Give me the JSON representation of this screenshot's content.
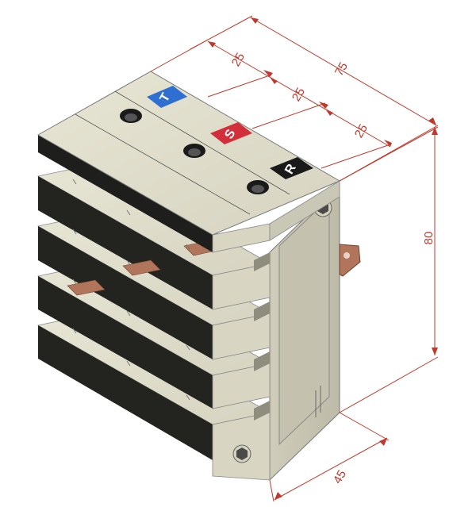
{
  "diagram": {
    "phase_labels": [
      {
        "text": "T",
        "color": "#2e6fd1"
      },
      {
        "text": "S",
        "color": "#d32f3a"
      },
      {
        "text": "R",
        "color": "#1a1a1a"
      }
    ],
    "dimensions": {
      "pitch_1": "25",
      "pitch_2": "25",
      "pitch_3": "25",
      "total_width": "75",
      "height": "80",
      "depth": "45"
    },
    "colors": {
      "body": "#dedcc9",
      "body_dark": "#1e1e1c",
      "body_side": "#c9c7b5",
      "dimension": "#c0392b",
      "copper": "#b0755a"
    }
  }
}
